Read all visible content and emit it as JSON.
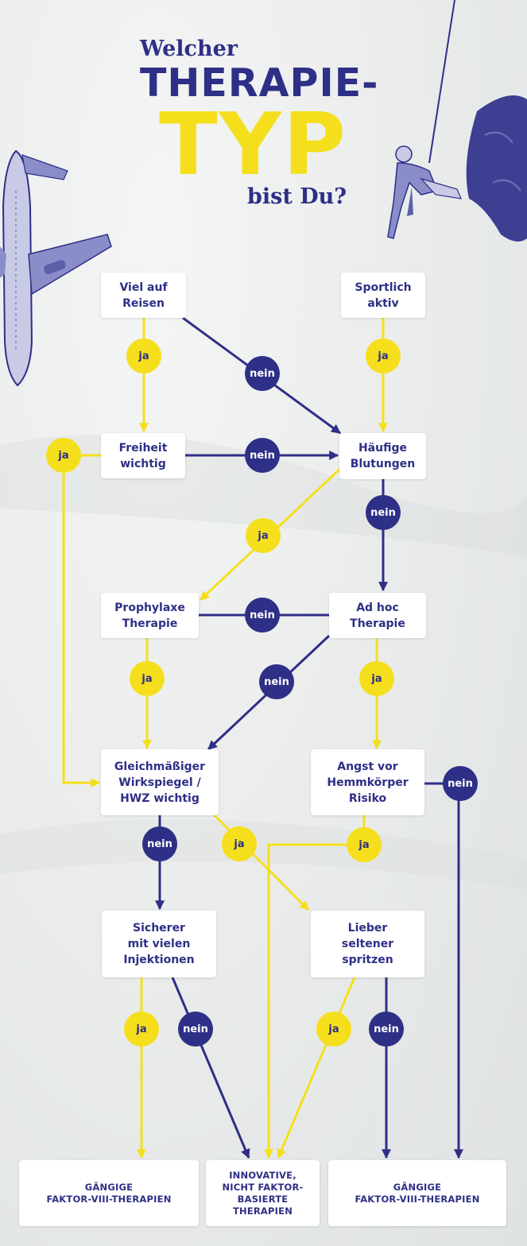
{
  "title": {
    "line1": "Welcher",
    "line2": "THERAPIE-",
    "line3": "TYP",
    "line4": "bist Du?"
  },
  "nodes": {
    "reisen": "Viel auf\nReisen",
    "sport": "Sportlich\naktiv",
    "freiheit": "Freiheit\nwichtig",
    "blutungen": "Häufige\nBlutungen",
    "prophylaxe": "Prophylaxe\nTherapie",
    "adhoc": "Ad hoc\nTherapie",
    "gleich": "Gleichmäßiger\nWirkspiegel /\nHWZ wichtig",
    "angst": "Angst vor\nHemmkörper\nRisiko",
    "sicherer": "Sicherer\nmit vielen\nInjektionen",
    "lieber": "Lieber\nseltener\nspritzen"
  },
  "outcomes": {
    "left": "GÄNGIGE\nFAKTOR-VIII-THERAPIEN",
    "middle": "INNOVATIVE,\nNICHT FAKTOR-\nBASIERTE\nTHERAPIEN",
    "right": "GÄNGIGE\nFAKTOR-VIII-THERAPIEN"
  },
  "badges": {
    "yes": "ja",
    "no": "nein"
  },
  "colors": {
    "navy": "#2e2f86",
    "yellow": "#f5df1c",
    "paper": "#e9ebeb"
  },
  "illustrations": [
    "airplane",
    "climber",
    "rock"
  ]
}
